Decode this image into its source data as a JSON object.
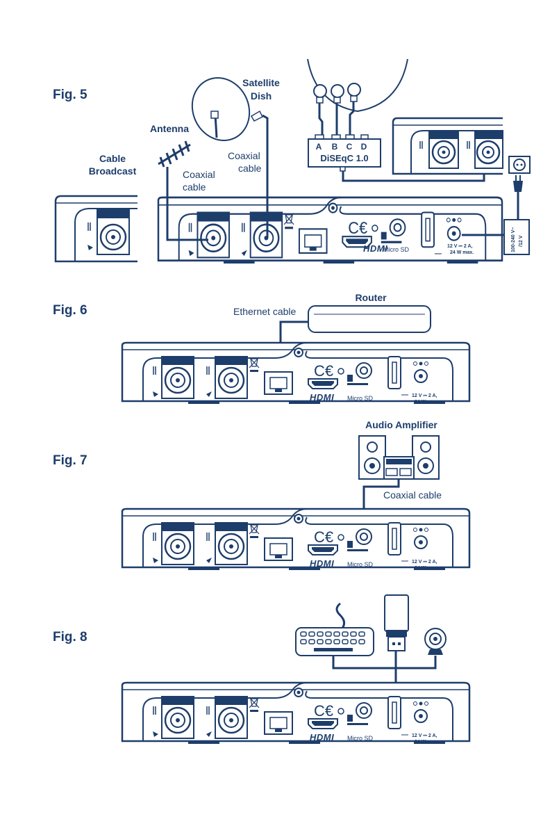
{
  "figures": {
    "fig5": {
      "title": "Fig. 5",
      "cable_broadcast": [
        "Cable",
        "Broadcast"
      ],
      "antenna": "Antenna",
      "satellite_dish": [
        "Satellite",
        "Dish"
      ],
      "coaxial_cable_1": [
        "Coaxial",
        "cable"
      ],
      "coaxial_cable_2": [
        "Coaxial",
        "cable"
      ],
      "diseqc_ports": [
        "A",
        "B",
        "C",
        "D"
      ],
      "diseqc_label": "DiSEqC 1.0",
      "power_adapter": [
        "100-240 V~",
        "/12 V"
      ]
    },
    "fig6": {
      "title": "Fig. 6",
      "router": "Router",
      "ethernet_cable": "Ethernet cable"
    },
    "fig7": {
      "title": "Fig. 7",
      "audio_amplifier": "Audio Amplifier",
      "coaxial_cable": "Coaxial cable"
    },
    "fig8": {
      "title": "Fig. 8"
    }
  },
  "device": {
    "hdmi": "HDMI",
    "microsd": "Micro SD",
    "power_rating": [
      "12 V ⎓ 2 A,",
      "24 W max."
    ],
    "ce": "CE"
  },
  "colors": {
    "ink": "#1d3d6b",
    "background": "#ffffff"
  }
}
